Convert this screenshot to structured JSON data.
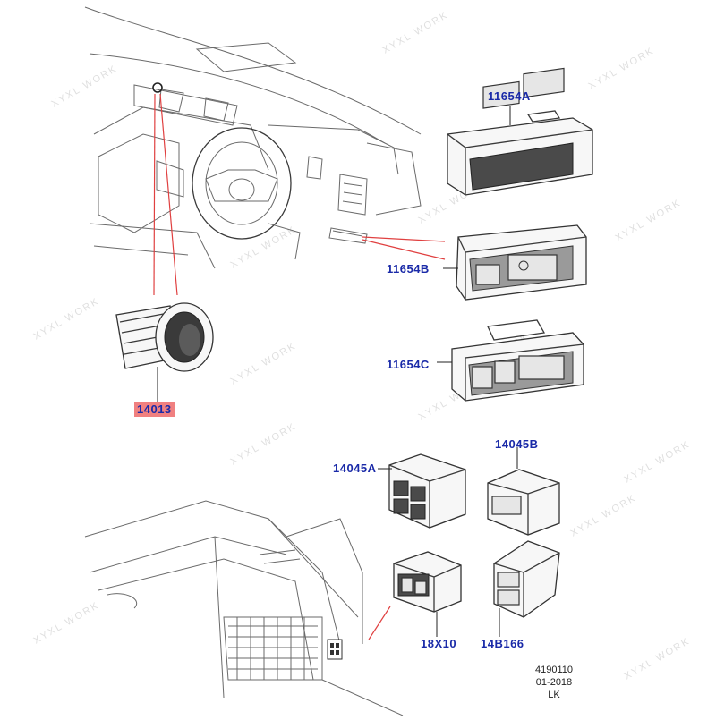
{
  "diagram": {
    "callouts": {
      "part_11654A": "11654A",
      "part_11654B": "11654B",
      "part_11654C": "11654C",
      "part_14013": "14013",
      "part_14045A": "14045A",
      "part_14045B": "14045B",
      "part_18X10": "18X10",
      "part_14B166": "14B166"
    },
    "footer": {
      "drawing_number": "4190110",
      "date": "01-2018",
      "region": "LK"
    },
    "watermark_text": "XYXL WORK",
    "colors": {
      "callout_text": "#1a2aa8",
      "highlight_fill": "#f08080",
      "leader_red": "#e04040",
      "line_art": "#555555"
    }
  }
}
